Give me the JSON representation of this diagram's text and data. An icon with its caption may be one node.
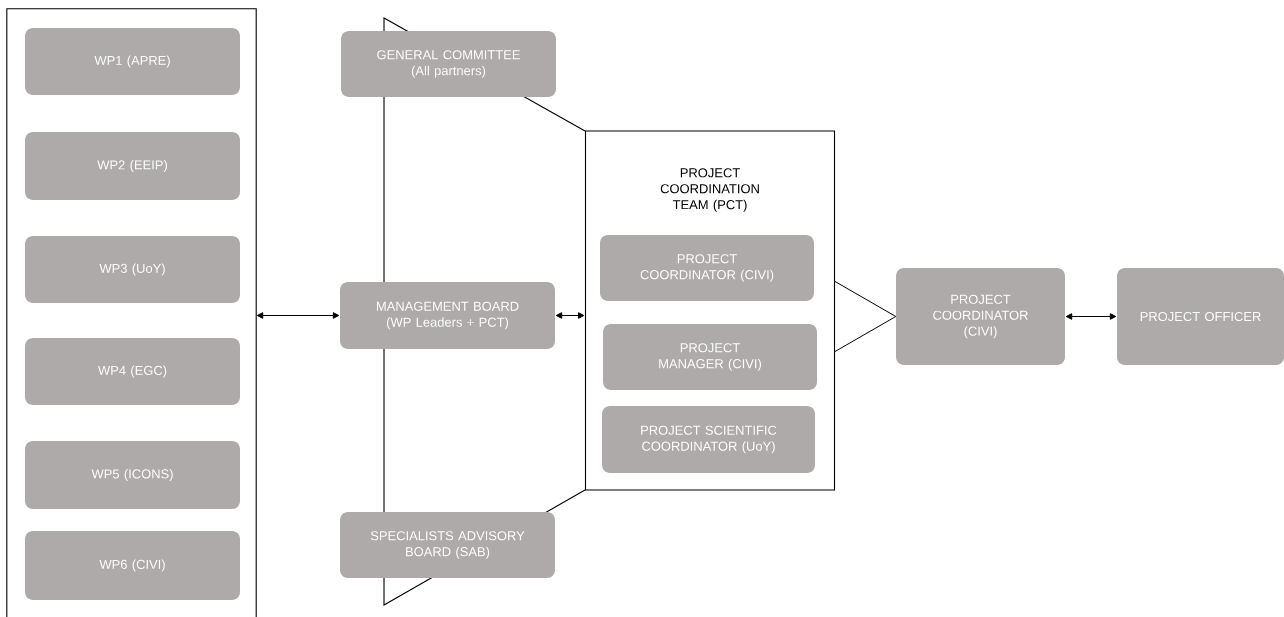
{
  "diagram": {
    "nodes": [
      {
        "text": [],
        "shape": "box"
      },
      {
        "text": [
          "WP1 (APRE)"
        ],
        "in": 0
      },
      {
        "text": [
          "WP2 (EEIP)"
        ],
        "in": 0
      },
      {
        "text": [
          "WP3 (UoY)"
        ],
        "in": 0
      },
      {
        "text": [
          "WP4 (EGC)"
        ],
        "in": 0
      },
      {
        "text": [
          "WP5 (ICONS)"
        ],
        "in": 0
      },
      {
        "text": [
          "WP6 (CIVI)"
        ],
        "in": 0
      },
      {
        "text": [
          "GENERAL COMMITTEE (All partners)"
        ]
      },
      {
        "text": [
          "MANAGEMENT BOARD (WP Leaders + PCT)"
        ]
      },
      {
        "text": [
          "SPECIALISTS ADVISORY BOARD (SAB)"
        ]
      },
      {
        "text": [
          "PROJECT COORDINATION TEAM (PCT)"
        ]
      },
      {
        "text": [
          "PROJECT COORDINATOR (CIVI)"
        ],
        "in": 10
      },
      {
        "text": [
          "PROJECT MANAGER (CIVI)"
        ],
        "in": 10
      },
      {
        "text": [
          "PROJECT SCIENTIFIC COORDINATOR (UoY)"
        ],
        "in": 10
      },
      {
        "text": [
          "PROJECT COORDINATOR (CIVI)"
        ]
      },
      {
        "text": [
          "PROJECT OFFICER"
        ]
      }
    ],
    "edges": [
      {
        "from": 0,
        "to": 8,
        "arrow": "both"
      },
      {
        "from": 8,
        "to": 10,
        "arrow": "both"
      },
      {
        "from": 10,
        "to": 14,
        "arrow": "none"
      },
      {
        "from": 14,
        "to": 15,
        "arrow": "both"
      }
    ]
  }
}
